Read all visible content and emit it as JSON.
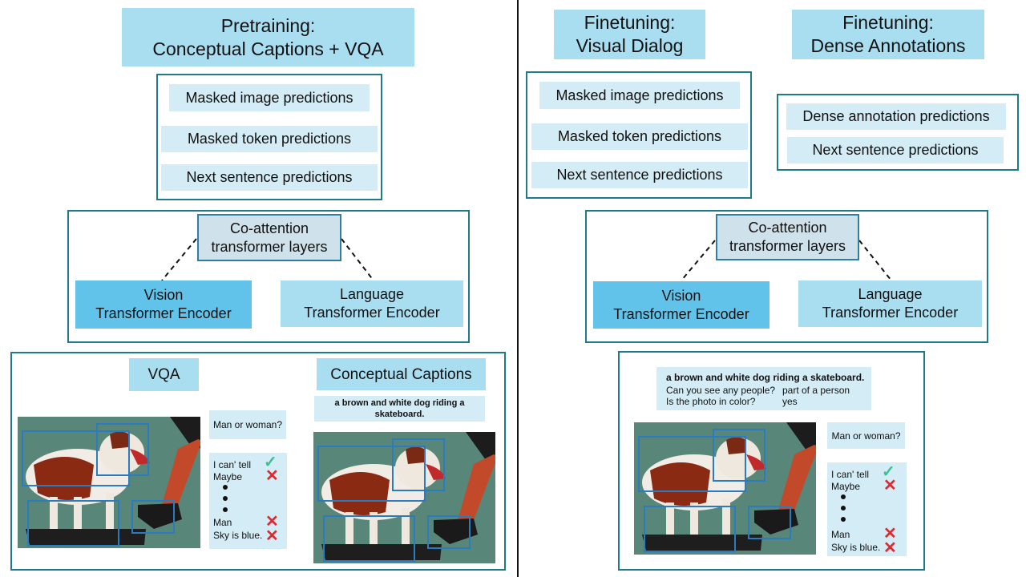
{
  "pretraining": {
    "title_line1": "Pretraining:",
    "title_line2": "Conceptual Captions  + VQA",
    "tasks": [
      "Masked image predictions",
      "Masked token predictions",
      "Next sentence predictions"
    ],
    "coattention": [
      "Co-attention",
      "transformer layers"
    ],
    "vision": [
      "Vision",
      "Transformer Encoder"
    ],
    "language": [
      "Language",
      "Transformer Encoder"
    ],
    "vqa_label": "VQA",
    "cc_label": "Conceptual Captions",
    "cc_caption": "a brown and white dog riding a skateboard.",
    "question": "Man or woman?",
    "answers": [
      "I can' tell",
      "Maybe",
      "Man",
      "Sky is blue."
    ]
  },
  "finetune_vd": {
    "title_line1": "Finetuning:",
    "title_line2": "Visual Dialog",
    "tasks": [
      "Masked image predictions",
      "Masked token predictions",
      "Next sentence predictions"
    ]
  },
  "finetune_dense": {
    "title_line1": "Finetuning:",
    "title_line2": "Dense Annotations",
    "tasks": [
      "Dense annotation predictions",
      "Next sentence predictions"
    ]
  },
  "right": {
    "coattention": [
      "Co-attention",
      "transformer layers"
    ],
    "vision": [
      "Vision",
      "Transformer Encoder"
    ],
    "language": [
      "Language",
      "Transformer Encoder"
    ],
    "caption": "a brown and white dog riding a skateboard.",
    "dialog": [
      {
        "q": "Can you see any people?",
        "a": "part of a person"
      },
      {
        "q": "Is the photo in color?",
        "a": "yes"
      }
    ],
    "question": "Man or woman?",
    "answers": [
      "I can' tell",
      "Maybe",
      "Man",
      "Sky is blue."
    ]
  },
  "colors": {
    "frame": "#1f7a8c",
    "title_fill": "#a9def1",
    "task_fill": "#d3ecf6",
    "vision_fill": "#62c3ea",
    "coattention_fill": "#cfe1ea",
    "box_stroke": "#2a7bc0",
    "cross": "#e0282e",
    "check": "#3fbf8f"
  },
  "icons": [
    "check-icon",
    "cross-icon",
    "dog-photo"
  ]
}
